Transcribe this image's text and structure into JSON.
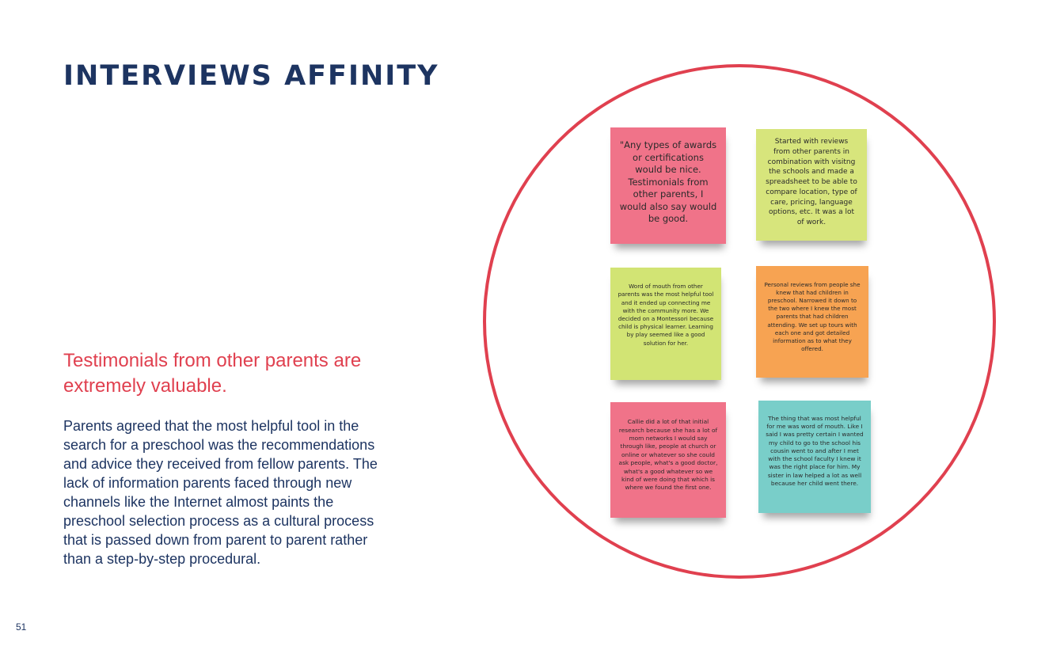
{
  "page": {
    "title": "INTERVIEWS AFFINITY",
    "headline": "Testimonials from other parents are extremely valuable.",
    "body": "Parents agreed that the most helpful tool in the search for a preschool was the recommendations and advice they received from fellow parents. The lack of information parents faced through new channels like the Internet almost paints the preschool selection process as a cultural process that is passed down from parent to parent rather than a step-by-step procedural.",
    "page_number": "51"
  },
  "colors": {
    "title": "#1d3461",
    "accent": "#e0404f",
    "note_pink": "#f07389",
    "note_lime": "#d7e57c",
    "note_orange": "#f7a352",
    "note_teal": "#79cec9"
  },
  "sticky_notes": [
    {
      "color": "pink",
      "text": "\"Any types of awards or certifications would be nice. Testimonials from other parents, I would also say would be good."
    },
    {
      "color": "lime",
      "text": "Started with reviews from other parents in combination with visitng the schools and made a spreadsheet to be able to compare location, type of care, pricing, language options, etc. It was a lot of work."
    },
    {
      "color": "lime",
      "text": "Word of mouth from other parents was the most helpful tool and it ended up connecting me with the community more. We decided on a Montessori because child is physical learner. Learning by play seemed like a good solution for her."
    },
    {
      "color": "orange",
      "text": "Personal reviews from people she knew that had children in preschool. Narrowed it down to the two where I knew the most parents that had children attending. We set up tours with each one and got detailed information as to what they offered."
    },
    {
      "color": "pink",
      "text": "Callie did a lot of that initial research because she has a lot of mom networks I would say through like, people at church or online or whatever so she could ask people, what's a good doctor, what's a good whatever so we kind of were doing that which is where we found the first one."
    },
    {
      "color": "teal",
      "text": "The thing that was most helpful for me was word of mouth. Like I said I was pretty certain I wanted my child to go to the school his cousin went to and after I met with the school faculty I knew it was the right place for him. My sister in law helped a lot as well because her child went there."
    }
  ]
}
